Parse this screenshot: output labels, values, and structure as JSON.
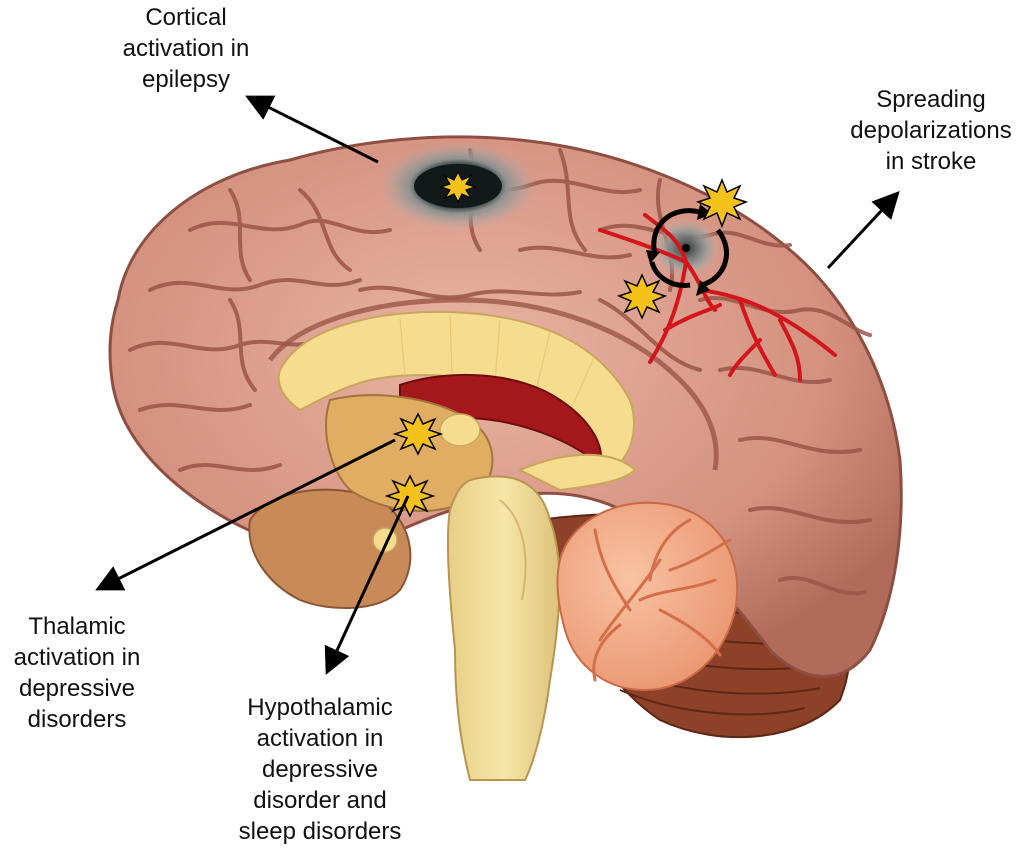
{
  "labels": {
    "cortical": [
      "Cortical",
      "activation in",
      "epilepsy"
    ],
    "spreading": [
      "Spreading",
      "depolarizations",
      "in stroke"
    ],
    "thalamic": [
      "Thalamic",
      "activation in",
      "depressive",
      "disorders"
    ],
    "hypothalamic": [
      "Hypothalamic",
      "activation in",
      "depressive",
      "disorder and",
      "sleep disorders"
    ]
  },
  "colors": {
    "cortex": "#d89a88",
    "cortex_dark": "#9e5a4c",
    "corpus_callosum": "#f6dc8e",
    "brainstem": "#f1dc96",
    "cerebellum": "#f4b08c",
    "cerebellum_outer": "#8a3f28",
    "vessel": "#d3161b",
    "burst": "#f5c21b",
    "focus": "#1e2a28",
    "arrow": "#000000"
  },
  "icons": {
    "burst": "starburst-icon",
    "arrow": "arrow-icon",
    "rotation": "circular-arrow-icon"
  }
}
